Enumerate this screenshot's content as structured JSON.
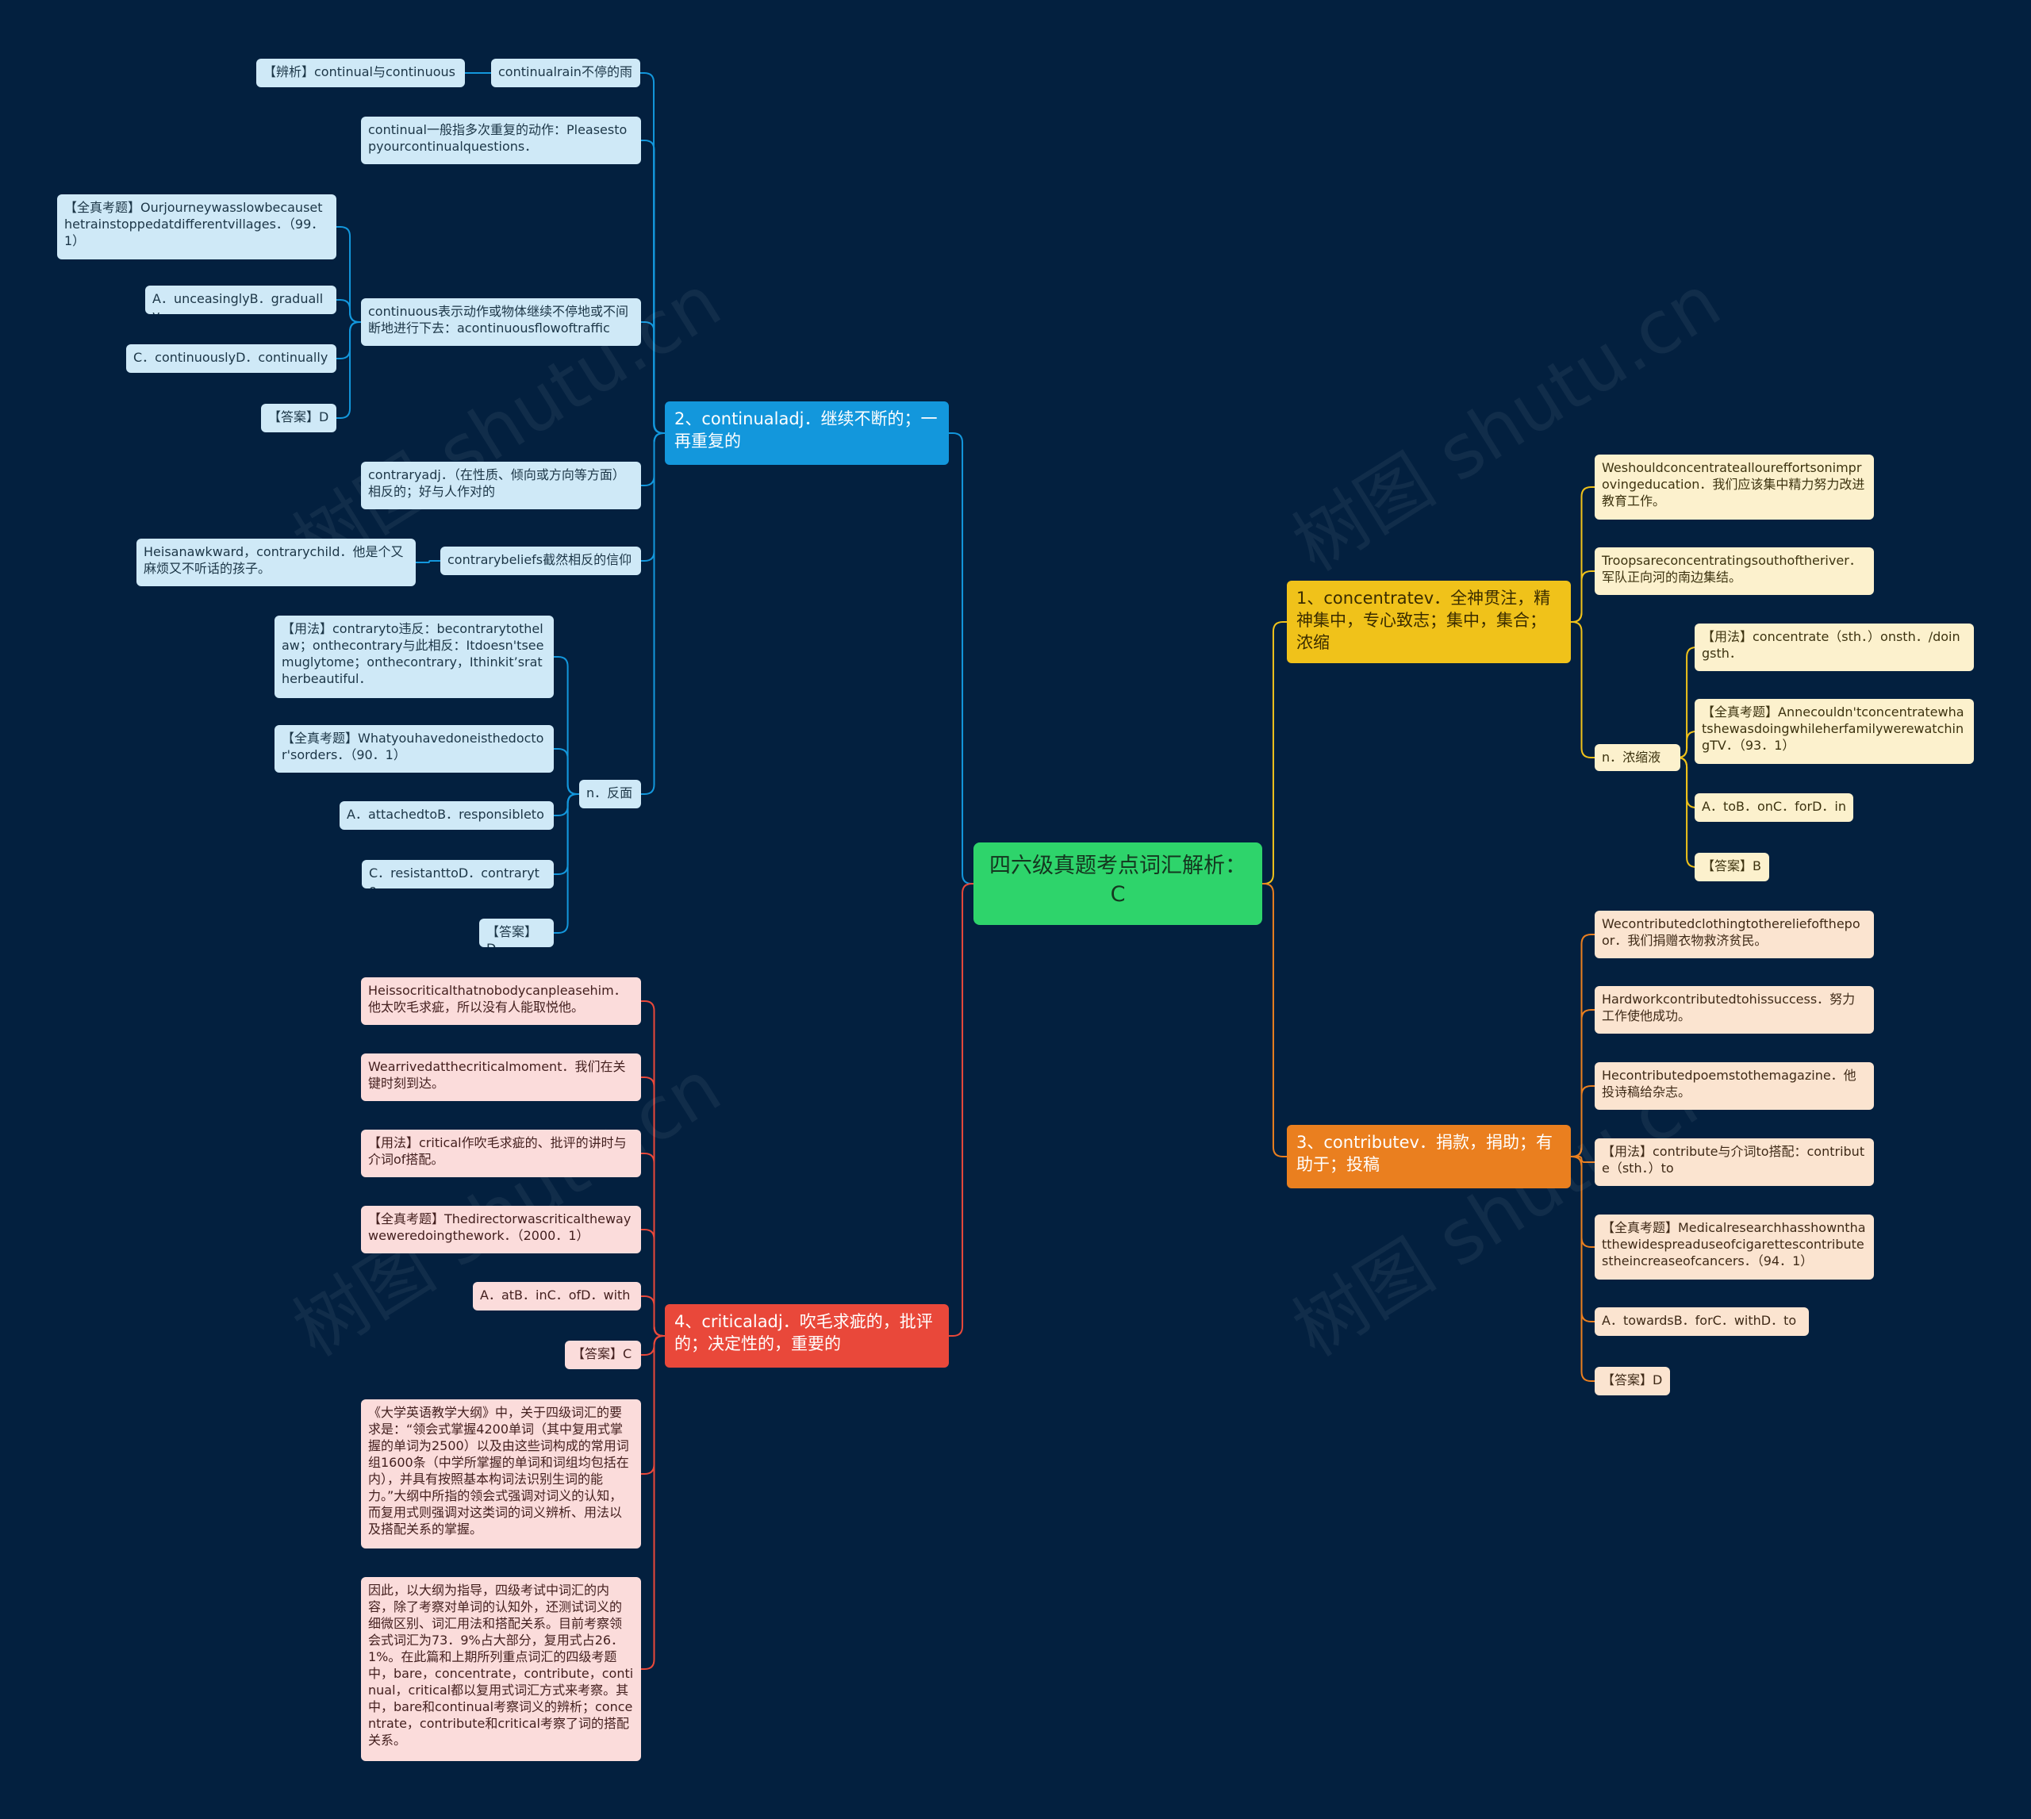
{
  "colors": {
    "background": "#03203f",
    "root": "#2ed46b",
    "blue": "#1397dc",
    "yellow": "#f0c21a",
    "orange": "#ea7f1f",
    "red": "#e9483a"
  },
  "watermark": "树图 shutu.cn",
  "root": {
    "text": "四六级真题考点词汇解析：C"
  },
  "branches": [
    {
      "id": "b1",
      "color": "yellow",
      "text": "1、concentratev．全神贯注，精神集中，专心致志；集中，集合；浓缩",
      "children": [
        {
          "id": "b1c1",
          "text": "Weshouldconcentrateallour​effortsonimprovingeducation．我们应该集中精力努力改进教育工作。"
        },
        {
          "id": "b1c2",
          "text": "Troopsareconcentratingsouthoftheriver．军队正向河的南边集结。"
        },
        {
          "id": "b1c3",
          "text": "n．浓缩液",
          "children": [
            {
              "id": "b1c3a",
              "text": "【用法】concentrate（sth．）onsth．/doingsth．"
            },
            {
              "id": "b1c3b",
              "text": "【全真考题】Annecouldn'tconcentratewhatshewasdoingwhileherfamilywerewatchingTV．（93．1）"
            },
            {
              "id": "b1c3c",
              "text": "A．toB．onC．forD．in"
            },
            {
              "id": "b1c3d",
              "text": "【答案】B"
            }
          ]
        }
      ]
    },
    {
      "id": "b2",
      "color": "blue",
      "text": "2、continualadj．继续不断的；一再重复的",
      "children": [
        {
          "id": "b2c1",
          "text": "continualrain不停的雨",
          "children": [
            {
              "id": "b2c1a",
              "text": "【辨析】continual与continuous"
            }
          ]
        },
        {
          "id": "b2c2",
          "text": "continual一般指多次重复的动作：Pleasestopyourcontinualquestions．"
        },
        {
          "id": "b2c3",
          "text": "continuous表示动作或物体继续不停地或不间断地进行下去：acontinuousflowoftraffic",
          "children": [
            {
              "id": "b2c3a",
              "text": "【全真考题】Ourjourneywasslowbecausethetrainstoppedatdifferentvillages．（99．1）"
            },
            {
              "id": "b2c3b",
              "text": "A．unceasinglyB．gradually"
            },
            {
              "id": "b2c3c",
              "text": "C．continuouslyD．continually"
            },
            {
              "id": "b2c3d",
              "text": "【答案】D"
            }
          ]
        },
        {
          "id": "b2c4",
          "text": "contraryadj．（在性质、倾向或方向等方面）相反的；好与人作对的"
        },
        {
          "id": "b2c5",
          "text": "contrarybeliefs截然相反的信仰",
          "children": [
            {
              "id": "b2c5a",
              "text": "Heisanawkward，contrarychild．他是个又麻烦又不听话的孩子。"
            }
          ]
        },
        {
          "id": "b2c6",
          "text": "n．反面",
          "children": [
            {
              "id": "b2c6a",
              "text": "【用法】contraryto违反：becontrarytothelaw；onthecontrary与此相反：Itdoesn'tseemuglytome；onthecontrary，Ithinkit’sratherbeautiful．"
            },
            {
              "id": "b2c6b",
              "text": "【全真考题】Whatyouhavedoneisthedoctor'sorders．（90．1）"
            },
            {
              "id": "b2c6c",
              "text": "A．attachedtoB．responsibleto"
            },
            {
              "id": "b2c6d",
              "text": "C．resistanttoD．contraryto"
            },
            {
              "id": "b2c6e",
              "text": "【答案】D"
            }
          ]
        }
      ]
    },
    {
      "id": "b3",
      "color": "orange",
      "text": "3、contributev．捐款，捐助；有助于；投稿",
      "children": [
        {
          "id": "b3c1",
          "text": "Wecontributedclothingtothereliefofthepoor．我们捐赠衣物救济贫民。"
        },
        {
          "id": "b3c2",
          "text": "Hardworkcontributedtohissuccess．努力工作使他成功。"
        },
        {
          "id": "b3c3",
          "text": "Hecontributedpoemstothemagazine．他投诗稿给杂志。"
        },
        {
          "id": "b3c4",
          "text": "【用法】contribute与介词to搭配：contribute（sth．）to"
        },
        {
          "id": "b3c5",
          "text": "【全真考题】Medicalresearchhasshownthatthewidespreaduseofcigarettescontributestheincreaseofcancers．（94．1）"
        },
        {
          "id": "b3c6",
          "text": "A．towardsB．forC．withD．to"
        },
        {
          "id": "b3c7",
          "text": "【答案】D"
        }
      ]
    },
    {
      "id": "b4",
      "color": "red",
      "text": "4、criticaladj．吹毛求疵的，批评的；决定性的，重要的",
      "children": [
        {
          "id": "b4c1",
          "text": "Heissocriticalthatnobodycanpleasehim．他太吹毛求疵，所以没有人能取悦他。"
        },
        {
          "id": "b4c2",
          "text": "Wearrivedatthecriticalmoment．我们在关键时刻到达。"
        },
        {
          "id": "b4c3",
          "text": "【用法】critical作吹毛求疵的、批评的讲时与介词of搭配。"
        },
        {
          "id": "b4c4",
          "text": "【全真考题】Thedirectorwascriticalthewayweweredoingthework．（2000．1）"
        },
        {
          "id": "b4c5",
          "text": "A．atB．inC．ofD．with"
        },
        {
          "id": "b4c6",
          "text": "【答案】C"
        },
        {
          "id": "b4c7",
          "text": "《大学英语教学大纲》中，关于四级词汇的要求是：“领会式掌握4200单词（其中复用式掌握的单词为2500）以及由这些词构成的常用词组1600条（中学所掌握的单词和词组均包括在内），并具有按照基本构词法识别生词的能力。”大纲中所指的领会式强调对词义的认知，而复用式则强调对这类词的词义辨析、用法以及搭配关系的掌握。"
        },
        {
          "id": "b4c8",
          "text": "因此，以大纲为指导，四级考试中词汇的内容，除了考察对单词的认知外，还测试词义的细微区别、词汇用法和搭配关系。目前考察领会式词汇为73．9%占大部分，复用式占26．1%。在此篇和上期所列重点词汇的四级考题中，bare，concentrate，contribute，continual，critical都以复用式词汇方式来考察。其中，bare和continual考察词义的辨析；concentrate，contribute和critical考察了词的搭配关系。"
        }
      ]
    }
  ]
}
